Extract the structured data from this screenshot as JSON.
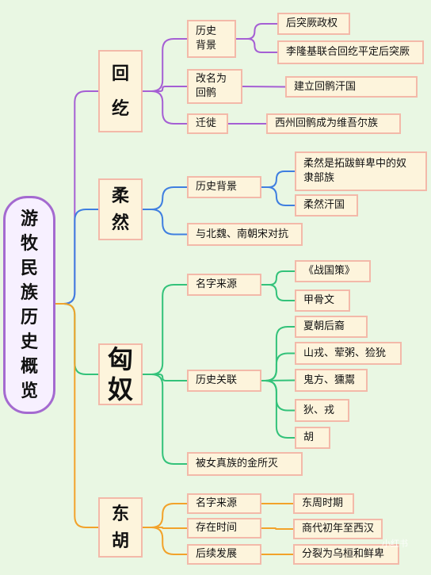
{
  "root": {
    "title": "游牧民族历史概览"
  },
  "categories": [
    {
      "id": "huihe",
      "title": "回纥",
      "color": "#a55fd4",
      "branches": [
        {
          "label": "历史\n背景",
          "children": [
            "后突厥政权",
            "李隆基联合回纥平定后突厥"
          ]
        },
        {
          "label": "改名为\n回鹘",
          "children": [
            "建立回鹘汗国"
          ]
        },
        {
          "label": "迁徙",
          "children": [
            "西州回鹘成为维吾尔族"
          ]
        }
      ]
    },
    {
      "id": "rouran",
      "title": "柔然",
      "color": "#3f7fe0",
      "branches": [
        {
          "label": "历史背景",
          "children": [
            "柔然是拓跋鲜卑中的奴\n隶部族",
            "柔然汗国"
          ]
        },
        {
          "label": "与北魏、南朝宋对抗",
          "children": []
        }
      ]
    },
    {
      "id": "xiongnu",
      "title": "匈奴",
      "color": "#33c27a",
      "branches": [
        {
          "label": "名字来源",
          "children": [
            "《战国策》",
            "甲骨文"
          ]
        },
        {
          "label": "历史关联",
          "children": [
            "夏朝后裔",
            "山戎、荤粥、猃狁",
            "鬼方、獯鬻",
            "狄、戎",
            "胡"
          ]
        },
        {
          "label": "被女真族的金所灭",
          "children": []
        }
      ]
    },
    {
      "id": "donghu",
      "title": "东胡",
      "color": "#f2a22a",
      "branches": [
        {
          "label": "名字来源",
          "children": [
            "东周时期"
          ]
        },
        {
          "label": "存在时间",
          "children": [
            "商代初年至西汉"
          ]
        },
        {
          "label": "后续发展",
          "children": [
            "分裂为乌桓和鲜卑"
          ]
        }
      ]
    }
  ],
  "watermark": "小红书"
}
